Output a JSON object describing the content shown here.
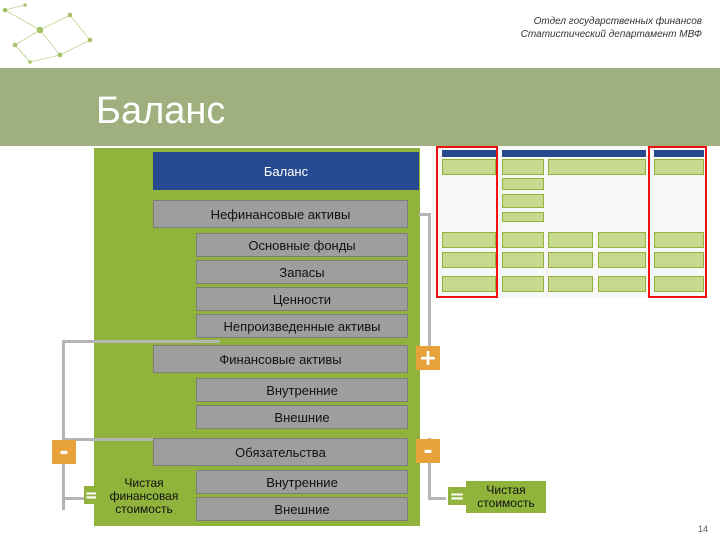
{
  "header": {
    "line1": "Отдел государственных финансов",
    "line2": "Статистический департамент МВФ"
  },
  "title": "Баланс",
  "diagram": {
    "balance_header": "Баланс",
    "nonfinancial": "Нефинансовые активы",
    "fixed_assets": "Основные фонды",
    "inventories": "Запасы",
    "valuables": "Ценности",
    "nonproduced": "Непроизведенные активы",
    "financial": "Финансовые активы",
    "fin_domestic": "Внутренние",
    "fin_external": "Внешние",
    "liabilities": "Обязательства",
    "liab_domestic": "Внутренние",
    "liab_external": "Внешние",
    "net_financial_line1": "Чистая",
    "net_financial_line2": "финансовая",
    "net_financial_line3": "стоимость",
    "net_worth_line1": "Чистая",
    "net_worth_line2": "стоимость",
    "plus": "+",
    "minus": "-",
    "equals": "=",
    "colors": {
      "header_blue": "#27498f",
      "green": "#8fb33b",
      "bar_gray": "#9e9e9e",
      "orange": "#e8a23a",
      "title_band": "#9fb07e"
    }
  },
  "page_number": "14"
}
